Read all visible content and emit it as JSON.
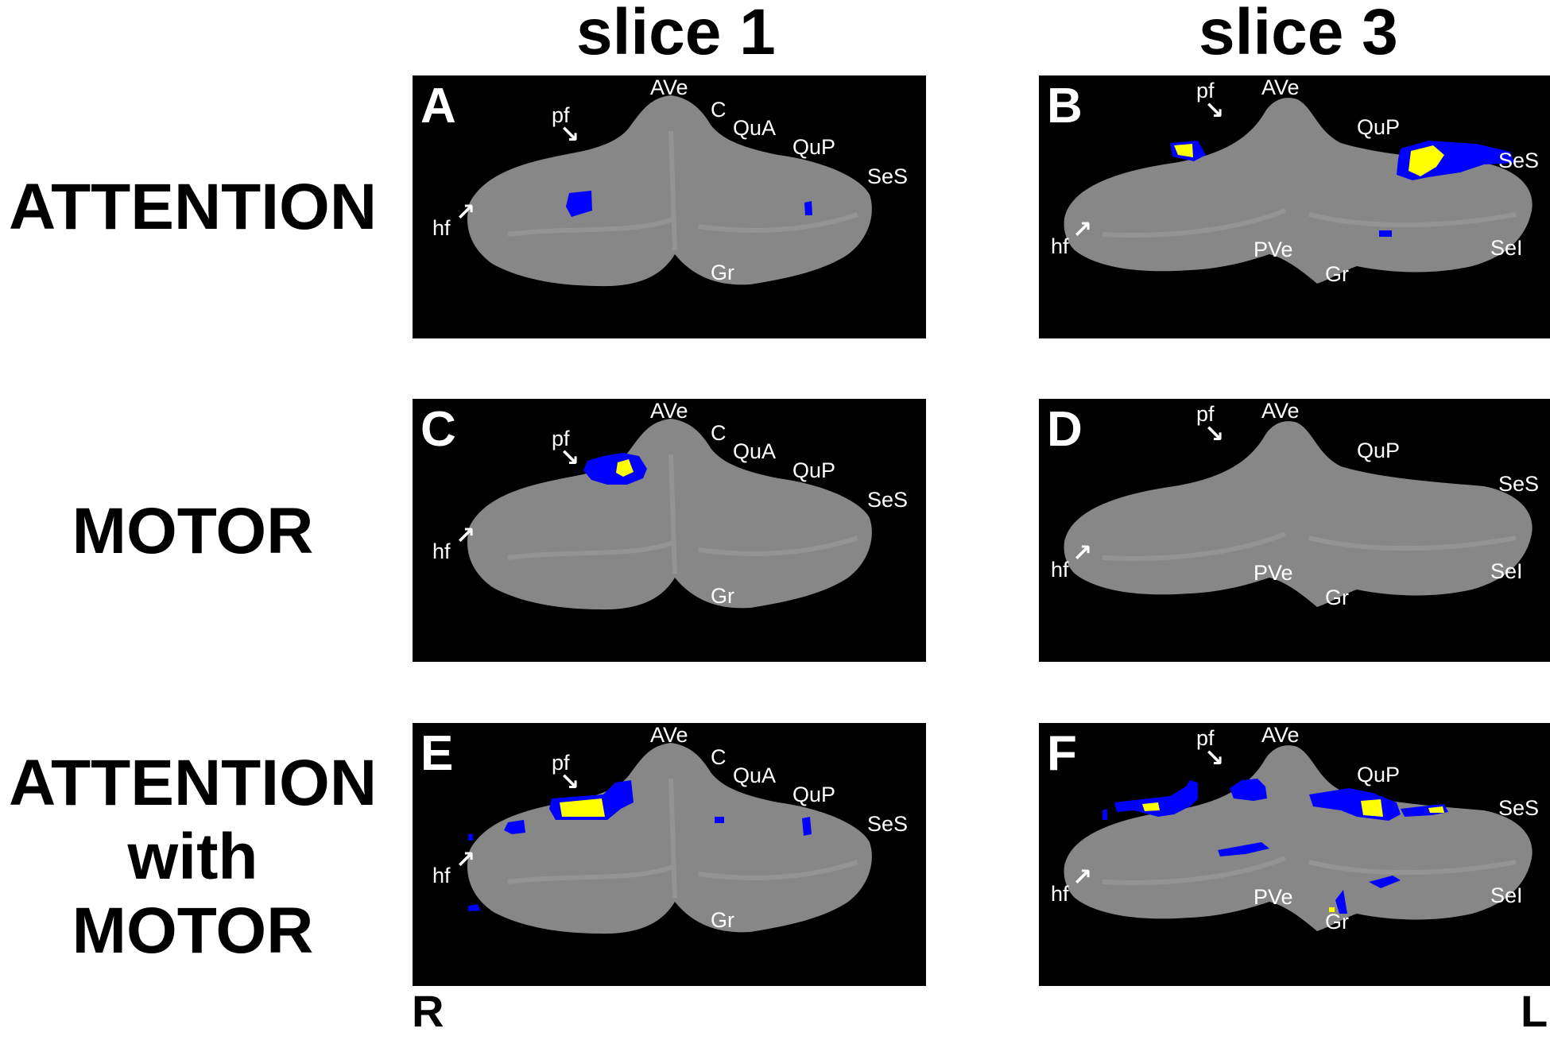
{
  "columns": {
    "slice1": "slice 1",
    "slice3": "slice 3"
  },
  "rows": {
    "attention": "ATTENTION",
    "motor": "MOTOR",
    "combined_line1": "ATTENTION",
    "combined_line2": "with",
    "combined_line3": "MOTOR"
  },
  "sides": {
    "right": "R",
    "left": "L"
  },
  "panels": {
    "A": {
      "letter": "A",
      "AVe": "AVe",
      "C": "C",
      "QuA": "QuA",
      "QuP": "QuP",
      "SeS": "SeS",
      "pf": "pf",
      "hf": "hf",
      "Gr": "Gr"
    },
    "B": {
      "letter": "B",
      "AVe": "AVe",
      "QuP": "QuP",
      "SeS": "SeS",
      "pf": "pf",
      "hf": "hf",
      "PVe": "PVe",
      "Gr": "Gr",
      "SeI": "SeI"
    },
    "C": {
      "letter": "C",
      "AVe": "AVe",
      "C": "C",
      "QuA": "QuA",
      "QuP": "QuP",
      "SeS": "SeS",
      "pf": "pf",
      "hf": "hf",
      "Gr": "Gr"
    },
    "D": {
      "letter": "D",
      "AVe": "AVe",
      "QuP": "QuP",
      "SeS": "SeS",
      "pf": "pf",
      "hf": "hf",
      "PVe": "PVe",
      "Gr": "Gr",
      "SeI": "SeI"
    },
    "E": {
      "letter": "E",
      "AVe": "AVe",
      "C": "C",
      "QuA": "QuA",
      "QuP": "QuP",
      "SeS": "SeS",
      "pf": "pf",
      "hf": "hf",
      "Gr": "Gr"
    },
    "F": {
      "letter": "F",
      "AVe": "AVe",
      "QuP": "QuP",
      "SeS": "SeS",
      "pf": "pf",
      "hf": "hf",
      "PVe": "PVe",
      "Gr": "Gr",
      "SeI": "SeI"
    }
  },
  "colors": {
    "activation_primary": "#0000ff",
    "activation_peak": "#ffff00",
    "tissue": "#8a8a8a",
    "background": "#000000"
  }
}
